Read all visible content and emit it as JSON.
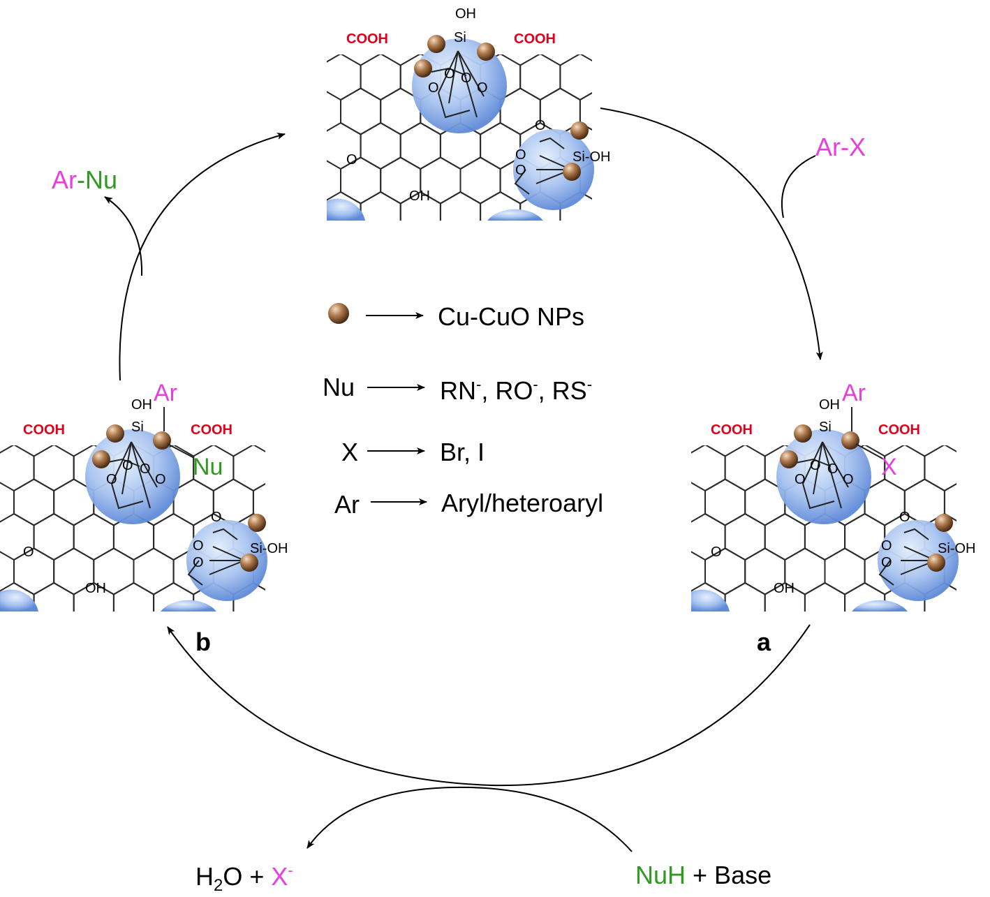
{
  "colors": {
    "magenta": "#e83ede",
    "green": "#2e9a1e",
    "red": "#e0001b",
    "sphere": "#8fb3ea",
    "particle": "#a2744a",
    "bond": "#222222"
  },
  "legend": {
    "np_label": "Cu-CuO NPs",
    "nu_symbol": "Nu",
    "nu_value_1": "RN",
    "nu_value_2": ", RO",
    "nu_value_3": ", RS",
    "minus": "-",
    "x_symbol": "X",
    "x_value": "Br, I",
    "ar_symbol": "Ar",
    "ar_value": "Aryl/heteroaryl"
  },
  "structure": {
    "cooh": "COOH",
    "oh": "OH",
    "si": "Si",
    "si_oh": "Si-OH",
    "o": "O"
  },
  "species": {
    "ar_x_ar": "Ar",
    "ar_x_dash": "-",
    "ar_x_x": "X",
    "ar_nu_ar": "Ar",
    "ar_nu_dash": "-",
    "ar_nu_nu": "Nu",
    "intermediate_a_ar": "Ar",
    "intermediate_a_x": "X",
    "intermediate_b_ar": "Ar",
    "intermediate_b_nu": "Nu",
    "label_a": "a",
    "label_b": "b",
    "h2o_h": "H",
    "h2o_sub": "2",
    "h2o_o": "O + ",
    "x_minus_x": "X",
    "x_minus_sign": "-",
    "nuh": "NuH",
    "base": " + Base"
  }
}
